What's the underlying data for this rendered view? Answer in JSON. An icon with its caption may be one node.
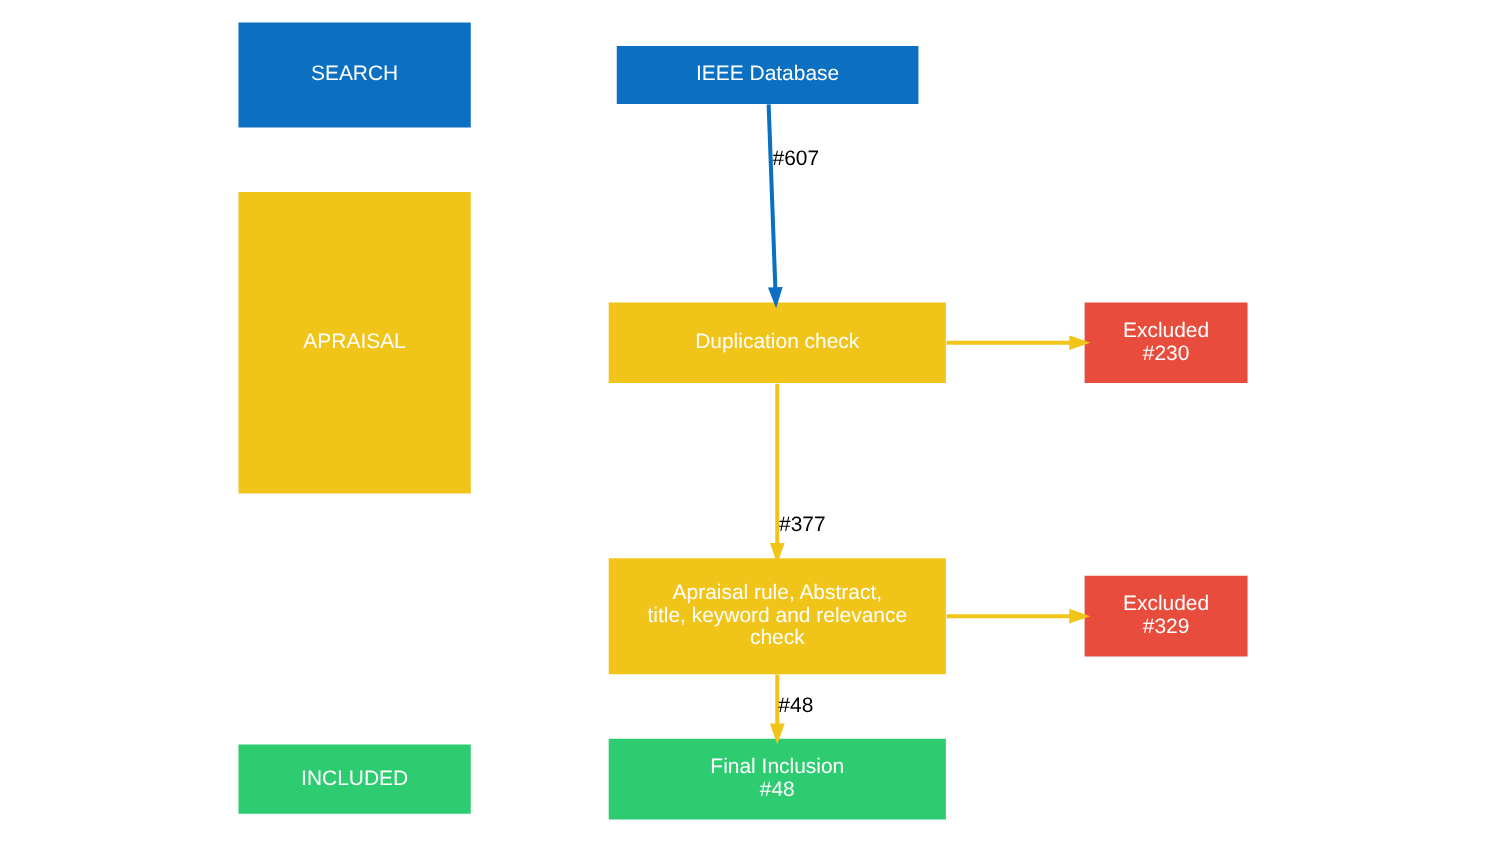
{
  "diagram": {
    "nodes": [
      {
        "text": [
          "SEARCH"
        ]
      },
      {
        "text": [
          "IEEE Database"
        ]
      },
      {
        "text": [
          "APRAISAL"
        ]
      },
      {
        "text": [
          "Duplication check"
        ]
      },
      {
        "text": [
          "Excluded #230"
        ]
      },
      {
        "text": [
          "Apraisal rule, Abstract, title, keyword and relevance check"
        ]
      },
      {
        "text": [
          "Excluded #329"
        ]
      },
      {
        "text": [
          "INCLUDED"
        ]
      },
      {
        "text": [
          "Final Inclusion #48"
        ]
      }
    ],
    "edges": [
      {
        "from": 1,
        "to": 3,
        "arrow": "to",
        "label": "#607",
        "color": "#0b6fc2"
      },
      {
        "from": 3,
        "to": 4,
        "arrow": "to"
      },
      {
        "from": 3,
        "to": 5,
        "arrow": "to",
        "label": "#377"
      },
      {
        "from": 5,
        "to": 6,
        "arrow": "to"
      },
      {
        "from": 5,
        "to": 8,
        "arrow": "to",
        "label": "#48"
      }
    ]
  }
}
